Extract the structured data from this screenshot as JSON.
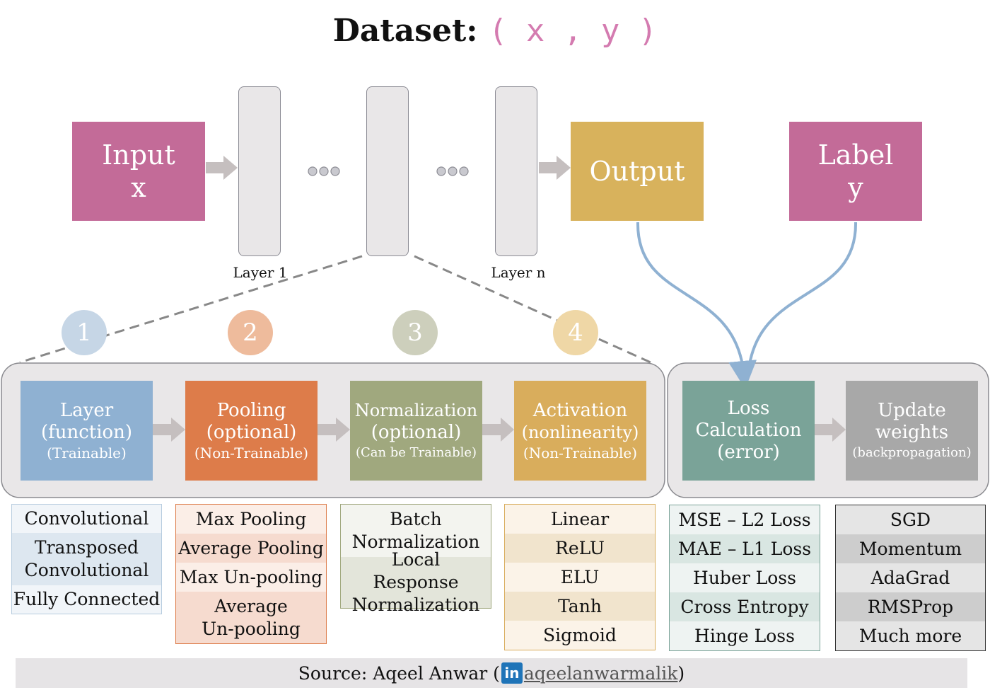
{
  "title": {
    "prefix": "Dataset:",
    "tuple": "( x , y )"
  },
  "network": {
    "input": {
      "line1": "Input",
      "line2": "x"
    },
    "output": "Output",
    "label": {
      "line1": "Label",
      "line2": "y"
    },
    "layer1_caption": "Layer 1",
    "layern_caption": "Layer n"
  },
  "steps": [
    {
      "number": "1",
      "title": "Layer",
      "subtitle": "(function)",
      "note": "(Trainable)"
    },
    {
      "number": "2",
      "title": "Pooling",
      "subtitle": "(optional)",
      "note": "(Non-Trainable)"
    },
    {
      "number": "3",
      "title": "Normalization",
      "subtitle": "(optional)",
      "note": "(Can be Trainable)"
    },
    {
      "number": "4",
      "title": "Activation",
      "subtitle": "(nonlinearity)",
      "note": "(Non-Trainable)"
    }
  ],
  "loss": {
    "line1": "Loss",
    "line2": "Calculation",
    "line3": "(error)"
  },
  "update": {
    "line1": "Update",
    "line2": "weights",
    "line3": "(backpropagation)"
  },
  "lists": {
    "layer": [
      "Convolutional",
      "Transposed Convolutional",
      "Fully Connected"
    ],
    "pooling": [
      "Max Pooling",
      "Average Pooling",
      "Max Un-pooling",
      "Average Un-pooling"
    ],
    "normalization": [
      "Batch Normalization",
      "Local Response Normalization"
    ],
    "activation": [
      "Linear",
      "ReLU",
      "ELU",
      "Tanh",
      "Sigmoid"
    ],
    "loss": [
      "MSE – L2 Loss",
      "MAE – L1 Loss",
      "Huber Loss",
      "Cross Entropy",
      "Hinge Loss"
    ],
    "optimizer": [
      "SGD",
      "Momentum",
      "AdaGrad",
      "RMSProp",
      "Much more"
    ]
  },
  "source": {
    "prefix": "Source: Aqeel Anwar (",
    "linkedin_icon": "in",
    "handle": "aqeelanwarmalik",
    "suffix": ")"
  },
  "colors": {
    "input": "#c36b98",
    "output": "#d8b25c",
    "label": "#c36b98",
    "layer": "#8fb1d2",
    "pooling": "#dd7c4a",
    "normalization": "#a0a87e",
    "activation": "#d9ad5c",
    "loss": "#7aa398",
    "update": "#a8a8a8",
    "arrow": "#c5bfbf",
    "curve": "#8fb1d2"
  }
}
